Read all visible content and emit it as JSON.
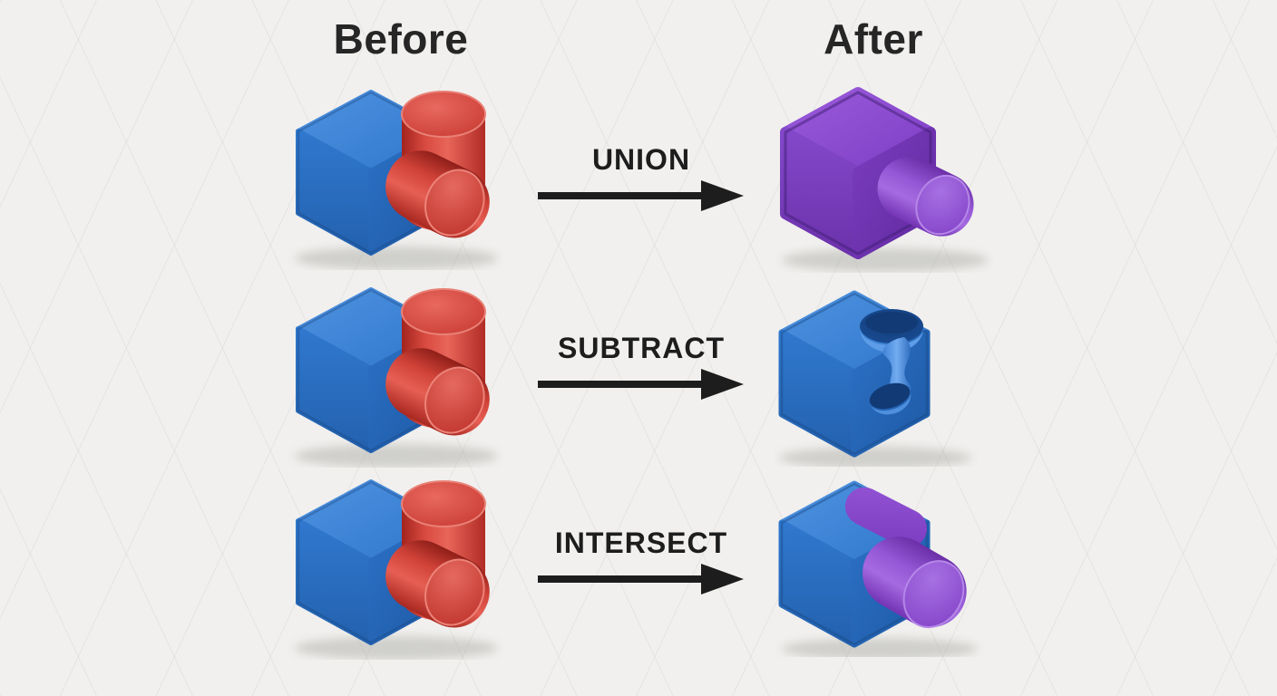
{
  "header": {
    "before": "Before",
    "after": "After"
  },
  "rows": [
    {
      "id": "union",
      "label": "UNION"
    },
    {
      "id": "subtract",
      "label": "SUBTRACT"
    },
    {
      "id": "intersect",
      "label": "INTERSECT"
    }
  ],
  "shapes": {
    "before": "blue cube with red vertical and horizontal cylinders",
    "union_after": "purple merged cube with cylinder",
    "subtract_after": "blue cube with cylindrical notch cut out",
    "intersect_after": "blue cube with purple cylinder overlap"
  },
  "colors": {
    "background": "#f1f0ee",
    "text": "#1d1d1d",
    "blue": "#2d74c8",
    "red": "#cf3d35",
    "purple": "#8244c8",
    "arrow": "#1d1d1d"
  }
}
